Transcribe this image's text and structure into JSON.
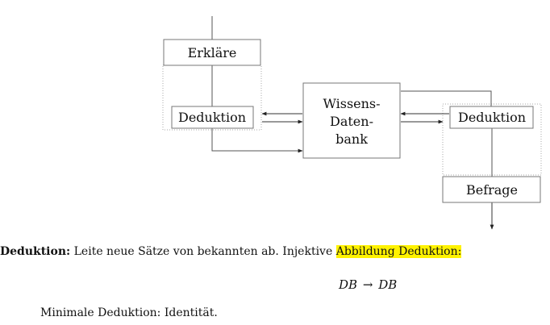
{
  "diagram": {
    "boxes": {
      "erklaere": "Erkläre",
      "deduktion_left": "Deduktion",
      "wissens_line1": "Wissens-",
      "wissens_line2": "Daten-",
      "wissens_line3": "bank",
      "deduktion_right": "Deduktion",
      "befrage": "Befrage"
    }
  },
  "text": {
    "term": "Deduktion:",
    "sentence": " Leite neue Sätze von bekannten ab. Injektive ",
    "highlight": "Abbildung Deduktion:",
    "formula_left": "DB",
    "formula_arrow": "→",
    "formula_right": "DB",
    "minimal": "Minimale Deduktion: Identität."
  }
}
